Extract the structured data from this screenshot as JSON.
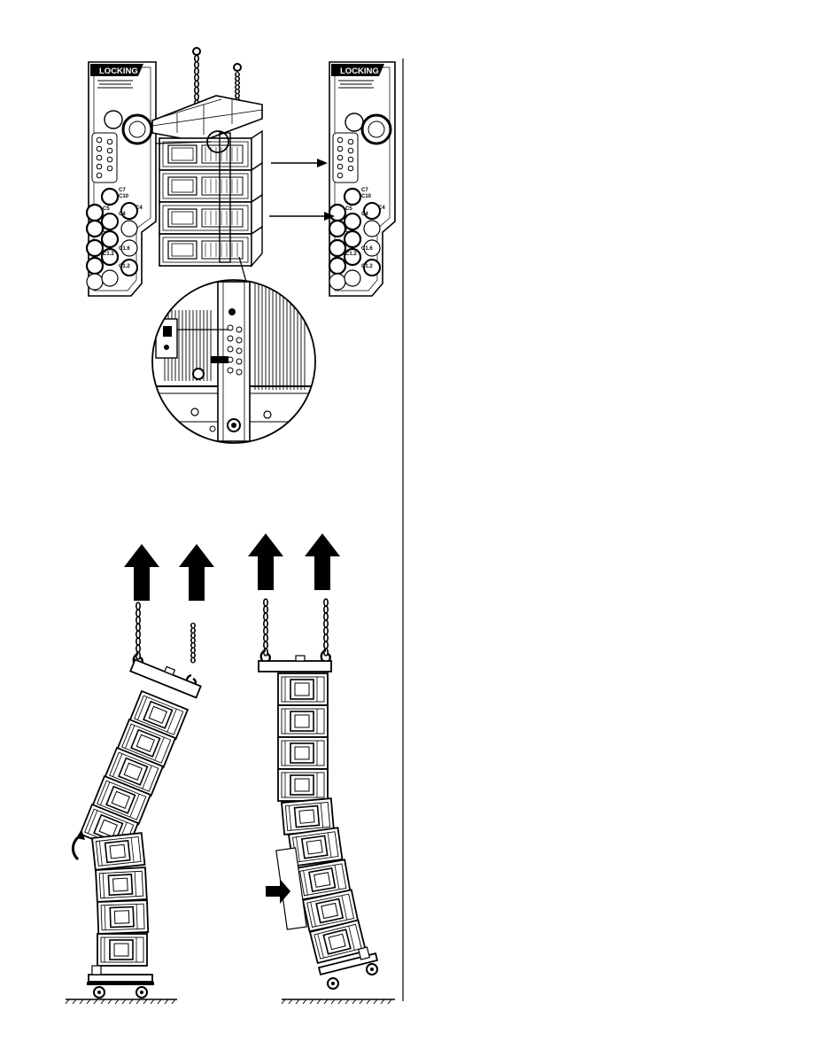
{
  "panels": {
    "left_badge": "LOCKING",
    "right_badge": "LOCKING",
    "fine_print": "",
    "hole_labels": [
      "C7",
      "C10",
      "C5",
      "C4",
      "C4",
      "C3",
      "C1.6",
      "C1.2",
      "C1.2"
    ]
  }
}
